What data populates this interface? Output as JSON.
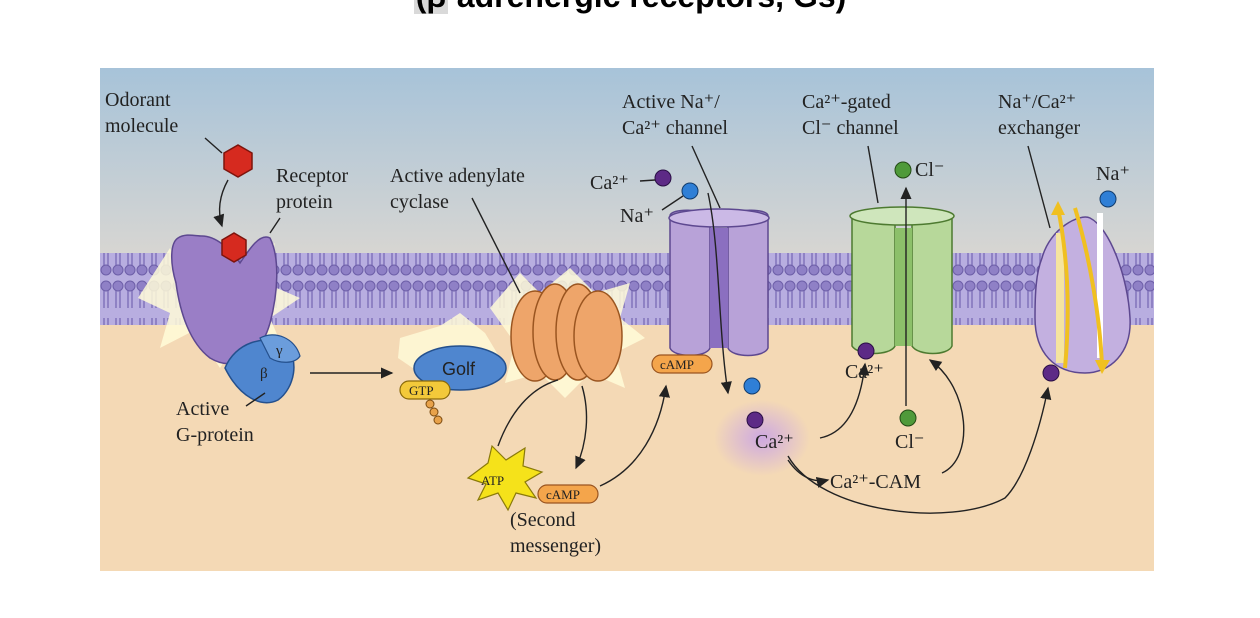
{
  "header": {
    "heading_prefix": "(β",
    "heading_rest": " adrenergic receptors, Gs)"
  },
  "labels": {
    "odorant": [
      "Odorant",
      "molecule"
    ],
    "receptor": [
      "Receptor",
      "protein"
    ],
    "adenylate": [
      "Active adenylate",
      "cyclase"
    ],
    "na_ca_channel": [
      "Active Na⁺/",
      "Ca²⁺ channel"
    ],
    "cl_channel": [
      "Ca²⁺-gated",
      "Cl⁻ channel"
    ],
    "exchanger": [
      "Na⁺/Ca²⁺",
      "exchanger"
    ],
    "g_protein": [
      "Active",
      "G-protein"
    ],
    "second_messenger": [
      "(Second",
      "messenger)"
    ],
    "ca_cam": "Ca²⁺-CAM"
  },
  "molecules": {
    "golf": "Golf",
    "gtp": "GTP",
    "atp": "ATP",
    "camp": "cAMP",
    "ca2": "Ca²⁺",
    "na": "Na⁺",
    "cl": "Cl⁻",
    "gamma": "γ",
    "beta": "β"
  },
  "colors": {
    "sky_top": "#a9c4d8",
    "cytoplasm": "#f3d8b3",
    "membrane": "#9a8cc8",
    "receptor": "#9b7fc6",
    "g_protein": "#4f86cf",
    "cyclase": "#eea56a",
    "channel_purple": "#b8a2d8",
    "channel_green": "#b7d89a",
    "calcium": "#5d2a86",
    "sodium": "#2f7fd6",
    "chloride": "#4f9a3a",
    "odorant": "#d62a1f",
    "atp_burst": "#f5e21a",
    "camp_chip": "#f4a54b"
  }
}
